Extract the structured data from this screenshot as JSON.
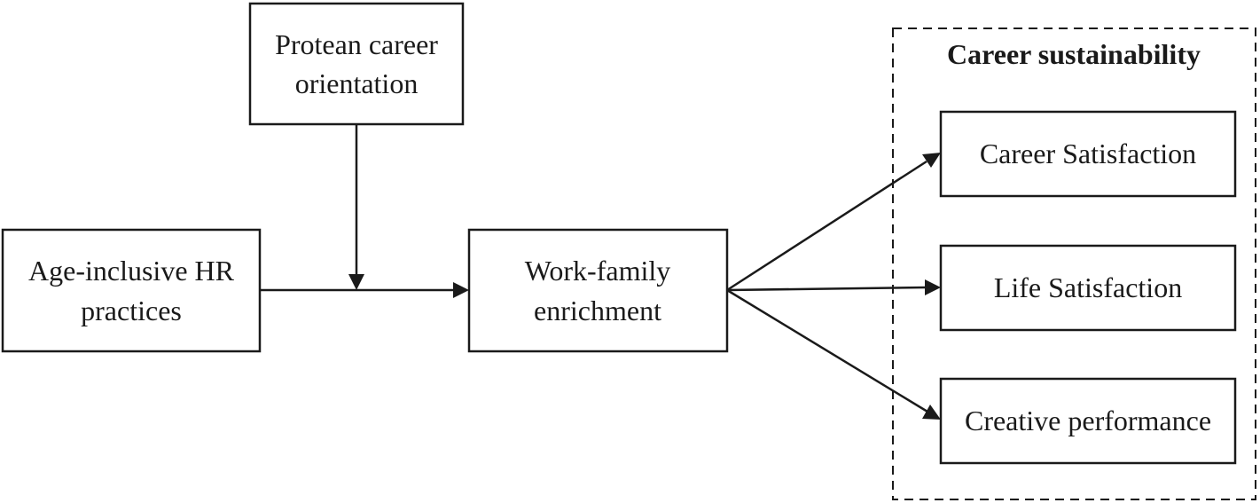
{
  "nodes": {
    "protean": {
      "line1": "Protean career",
      "line2": "orientation"
    },
    "age_hr": {
      "line1": "Age-inclusive HR",
      "line2": "practices"
    },
    "wfe": {
      "line1": "Work-family",
      "line2": "enrichment"
    },
    "career_satisfaction": {
      "label": "Career Satisfaction"
    },
    "life_satisfaction": {
      "label": "Life Satisfaction"
    },
    "creative_performance": {
      "label": "Creative performance"
    }
  },
  "group": {
    "title": "Career sustainability"
  },
  "edges": [
    {
      "from": "Age-inclusive HR practices",
      "to": "Work-family enrichment"
    },
    {
      "from": "Protean career orientation",
      "to": "Age-inclusive HR practices → Work-family enrichment path",
      "type": "moderation"
    },
    {
      "from": "Work-family enrichment",
      "to": "Career Satisfaction"
    },
    {
      "from": "Work-family enrichment",
      "to": "Life Satisfaction"
    },
    {
      "from": "Work-family enrichment",
      "to": "Creative performance"
    }
  ]
}
